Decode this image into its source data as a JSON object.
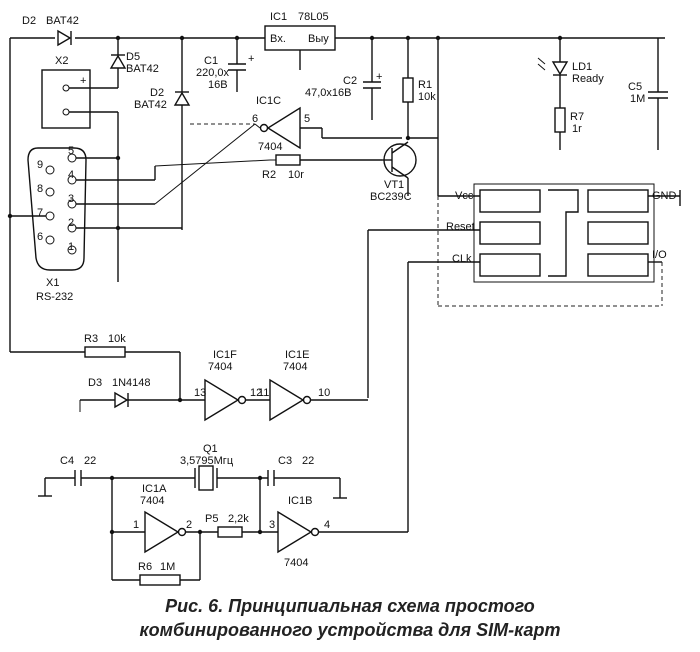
{
  "components": {
    "d2_top": {
      "ref": "D2",
      "value": "BAT42"
    },
    "d5": {
      "ref": "D5",
      "value": "BAT42"
    },
    "d2_mid": {
      "ref": "D2",
      "value": "BAT42"
    },
    "ic1": {
      "ref": "IC1",
      "value": "78L05",
      "pin_in": "Bx.",
      "pin_out": "Bыy"
    },
    "c1": {
      "ref": "C1",
      "value": "220,0x",
      "rating": "16B"
    },
    "c2": {
      "ref": "C2",
      "value": "47,0x16B"
    },
    "r1": {
      "ref": "R1",
      "value": "10k"
    },
    "ld1": {
      "ref": "LD1",
      "label": "Ready"
    },
    "r7": {
      "ref": "R7",
      "value": "1r"
    },
    "c5": {
      "ref": "C5",
      "value": "1M"
    },
    "x2": {
      "ref": "X2",
      "plus": "+"
    },
    "ic1c": {
      "ref": "IC1C",
      "type": "7404",
      "pin_in": "6",
      "pin_out": "5"
    },
    "r2": {
      "ref": "R2",
      "value": "10r"
    },
    "vt1": {
      "ref": "VT1",
      "type": "BC239C"
    },
    "x1": {
      "ref": "X1",
      "type": "RS-232",
      "pins": [
        "5",
        "9",
        "4",
        "8",
        "3",
        "7",
        "2",
        "6",
        "1"
      ]
    },
    "sim": {
      "vcc": "Vcc",
      "reset": "Reset",
      "clk": "CLk",
      "gnd": "GND",
      "io": "I/O"
    },
    "r3": {
      "ref": "R3",
      "value": "10k"
    },
    "d3": {
      "ref": "D3",
      "value": "1N4148"
    },
    "ic1f": {
      "ref": "IC1F",
      "type": "7404",
      "pin_in": "13",
      "pin_out": "12"
    },
    "ic1e": {
      "ref": "IC1E",
      "type": "7404",
      "pin_in": "11",
      "pin_out": "10"
    },
    "q1": {
      "ref": "Q1",
      "value": "3,5795Mгц"
    },
    "c4": {
      "ref": "C4",
      "value": "22"
    },
    "c3": {
      "ref": "C3",
      "value": "22"
    },
    "ic1a": {
      "ref": "IC1A",
      "type": "7404",
      "pin_in": "1",
      "pin_out": "2"
    },
    "r5": {
      "ref": "P5",
      "value": "2,2k"
    },
    "ic1b": {
      "ref": "IC1B",
      "type": "7404",
      "pin_in": "3",
      "pin_out": "4"
    },
    "r6": {
      "ref": "R6",
      "value": "1M"
    }
  },
  "caption": {
    "line1": "Рис. 6. Принципиальная схема простого",
    "line2": "комбинированного устройства для SIM-карт"
  }
}
